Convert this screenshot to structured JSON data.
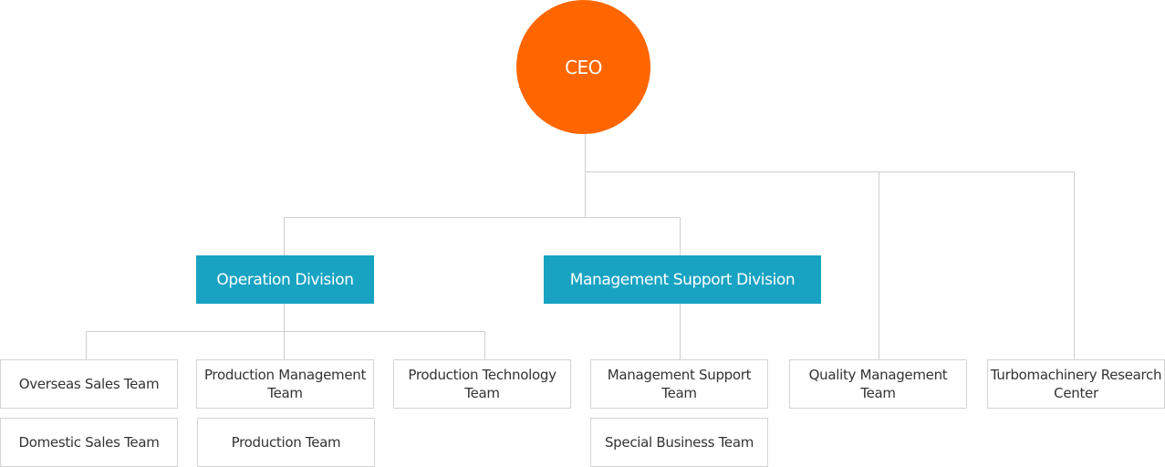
{
  "ceo": {
    "label": "CEO",
    "color": "#ff6600"
  },
  "divisions": {
    "operation": {
      "label": "Operation Division",
      "color": "#18a3c2"
    },
    "management_support": {
      "label": "Management Support Division",
      "color": "#18a3c2"
    }
  },
  "teams": {
    "overseas_sales": "Overseas Sales Team",
    "domestic_sales": "Domestic Sales Team",
    "production_management": "Production Management Team",
    "production": "Production Team",
    "production_technology": "Production Technology Team",
    "management_support": "Management Support Team",
    "special_business": "Special Business Team",
    "quality_management": "Quality Management Team",
    "turbomachinery_research": "Turbomachinery Research Center"
  }
}
